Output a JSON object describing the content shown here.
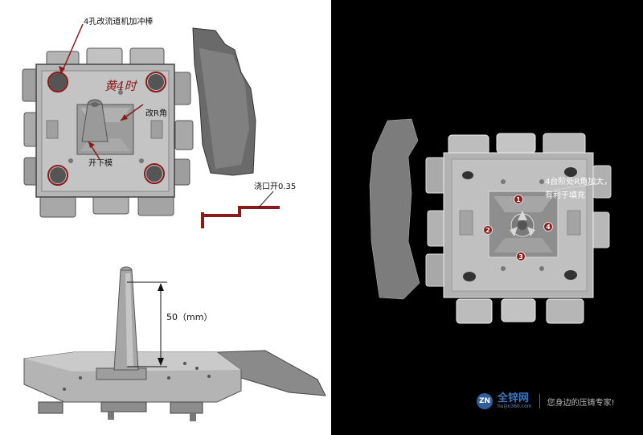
{
  "left_top_annotations": {
    "holes_label": "4孔改流道机加冲棒",
    "r_corner_label": "改R角",
    "open_lower_mold_label": "开下模",
    "gate_label": "浇口开0.35",
    "handwritten_mark": "黄4时"
  },
  "left_bottom_annotations": {
    "dimension_label": "50（mm）"
  },
  "right_annotations": {
    "step_label_line1": "4台阶处R角加大，",
    "step_label_line2": "有利于填充",
    "markers": [
      "1",
      "2",
      "3",
      "4"
    ]
  },
  "watermark": {
    "logo_text": "ZN",
    "brand_name": "全锌网",
    "brand_url": "huijin360.com",
    "slogan": "您身边的压铸专家!"
  }
}
